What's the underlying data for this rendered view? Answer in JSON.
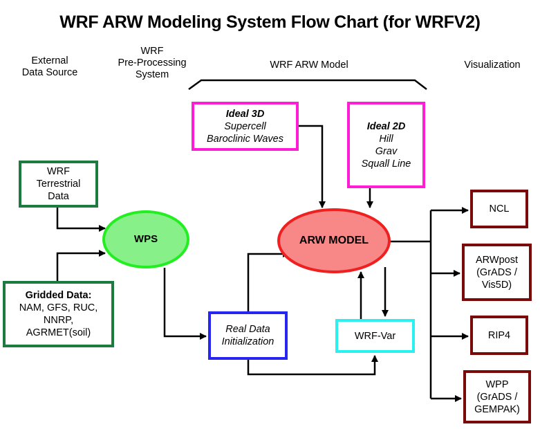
{
  "title": "WRF ARW Modeling System Flow Chart (for WRFV2)",
  "column_headers": {
    "external": [
      "External",
      "Data Source"
    ],
    "preprocessing": [
      "WRF",
      "Pre-Processing",
      "System"
    ],
    "model": "WRF ARW Model",
    "visualization": "Visualization"
  },
  "nodes": {
    "terrestrial": {
      "lines": [
        "WRF",
        "Terrestrial",
        "Data"
      ],
      "color": "#1e7b3f"
    },
    "gridded": {
      "heading": "Gridded Data:",
      "lines": [
        "NAM, GFS, RUC,",
        "NNRP,",
        "AGRMET(soil)"
      ],
      "color": "#1e7b3f"
    },
    "wps": {
      "label": "WPS",
      "fill": "#88f088",
      "stroke": "#22ee22"
    },
    "ideal3d": {
      "heading": "Ideal 3D",
      "lines": [
        "Supercell",
        "Baroclinic Waves"
      ],
      "color": "#ff1dd6"
    },
    "ideal2d": {
      "heading": "Ideal 2D",
      "lines": [
        "Hill",
        "Grav",
        "Squall Line"
      ],
      "color": "#ff1dd6"
    },
    "arw": {
      "label": "ARW MODEL",
      "fill": "#f88888",
      "stroke": "#ee2020"
    },
    "realdata": {
      "lines": [
        "Real Data",
        "Initialization"
      ],
      "color": "#2626f0"
    },
    "wrfvar": {
      "label": "WRF-Var",
      "color": "#2af0f0"
    },
    "ncl": {
      "label": "NCL",
      "color": "#7a0a0a"
    },
    "arwpost": {
      "lines": [
        "ARWpost",
        "(GrADS /",
        "Vis5D)"
      ],
      "color": "#7a0a0a"
    },
    "rip4": {
      "label": "RIP4",
      "color": "#7a0a0a"
    },
    "wpp": {
      "lines": [
        "WPP",
        "(GrADS /",
        "GEMPAK)"
      ],
      "color": "#7a0a0a"
    }
  },
  "edges": [
    {
      "from": "terrestrial",
      "to": "wps"
    },
    {
      "from": "gridded",
      "to": "wps"
    },
    {
      "from": "wps",
      "to": "realdata"
    },
    {
      "from": "realdata",
      "to": "arw"
    },
    {
      "from": "realdata",
      "to": "wrfvar"
    },
    {
      "from": "ideal3d",
      "to": "arw"
    },
    {
      "from": "ideal2d",
      "to": "arw"
    },
    {
      "from": "wrfvar",
      "to": "arw"
    },
    {
      "from": "arw",
      "to": "wrfvar"
    },
    {
      "from": "arw",
      "to": "ncl"
    },
    {
      "from": "arw",
      "to": "arwpost"
    },
    {
      "from": "arw",
      "to": "rip4"
    },
    {
      "from": "arw",
      "to": "wpp"
    }
  ]
}
